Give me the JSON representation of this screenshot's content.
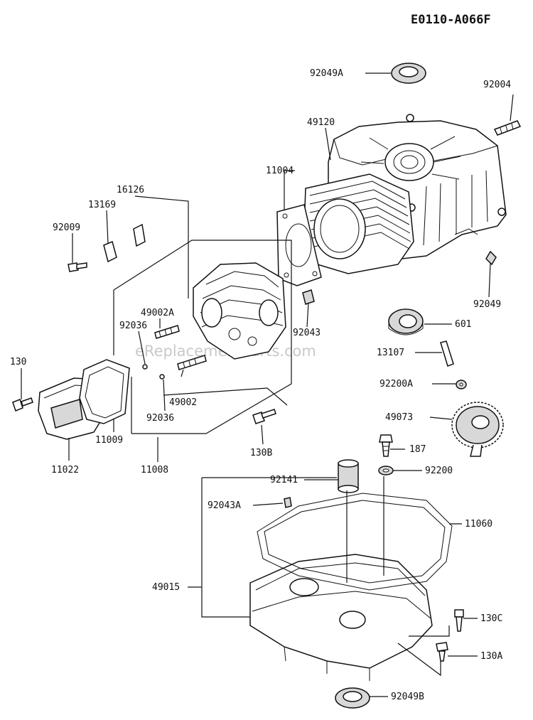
{
  "diagram_code": "E0110-A066F",
  "watermark": "eReplacementParts.com",
  "parts": [
    {
      "id": "p92049A",
      "label": "92049A"
    },
    {
      "id": "p92004",
      "label": "92004"
    },
    {
      "id": "p49120",
      "label": "49120"
    },
    {
      "id": "p11004",
      "label": "11004"
    },
    {
      "id": "p16126",
      "label": "16126"
    },
    {
      "id": "p13169",
      "label": "13169"
    },
    {
      "id": "p92009",
      "label": "92009"
    },
    {
      "id": "p49002A",
      "label": "49002A"
    },
    {
      "id": "p92036a",
      "label": "92036"
    },
    {
      "id": "p92043",
      "label": "92043"
    },
    {
      "id": "p92049",
      "label": "92049"
    },
    {
      "id": "p601",
      "label": "601"
    },
    {
      "id": "p13107",
      "label": "13107"
    },
    {
      "id": "p130",
      "label": "130"
    },
    {
      "id": "p92200A",
      "label": "92200A"
    },
    {
      "id": "p49002",
      "label": "49002"
    },
    {
      "id": "p92036b",
      "label": "92036"
    },
    {
      "id": "p49073",
      "label": "49073"
    },
    {
      "id": "p130B",
      "label": "130B"
    },
    {
      "id": "p11022",
      "label": "11022"
    },
    {
      "id": "p11009",
      "label": "11009"
    },
    {
      "id": "p11008",
      "label": "11008"
    },
    {
      "id": "p187",
      "label": "187"
    },
    {
      "id": "p92141",
      "label": "92141"
    },
    {
      "id": "p92200",
      "label": "92200"
    },
    {
      "id": "p92043A",
      "label": "92043A"
    },
    {
      "id": "p11060",
      "label": "11060"
    },
    {
      "id": "p49015",
      "label": "49015"
    },
    {
      "id": "p130C",
      "label": "130C"
    },
    {
      "id": "p130A",
      "label": "130A"
    },
    {
      "id": "p92049B",
      "label": "92049B"
    }
  ]
}
